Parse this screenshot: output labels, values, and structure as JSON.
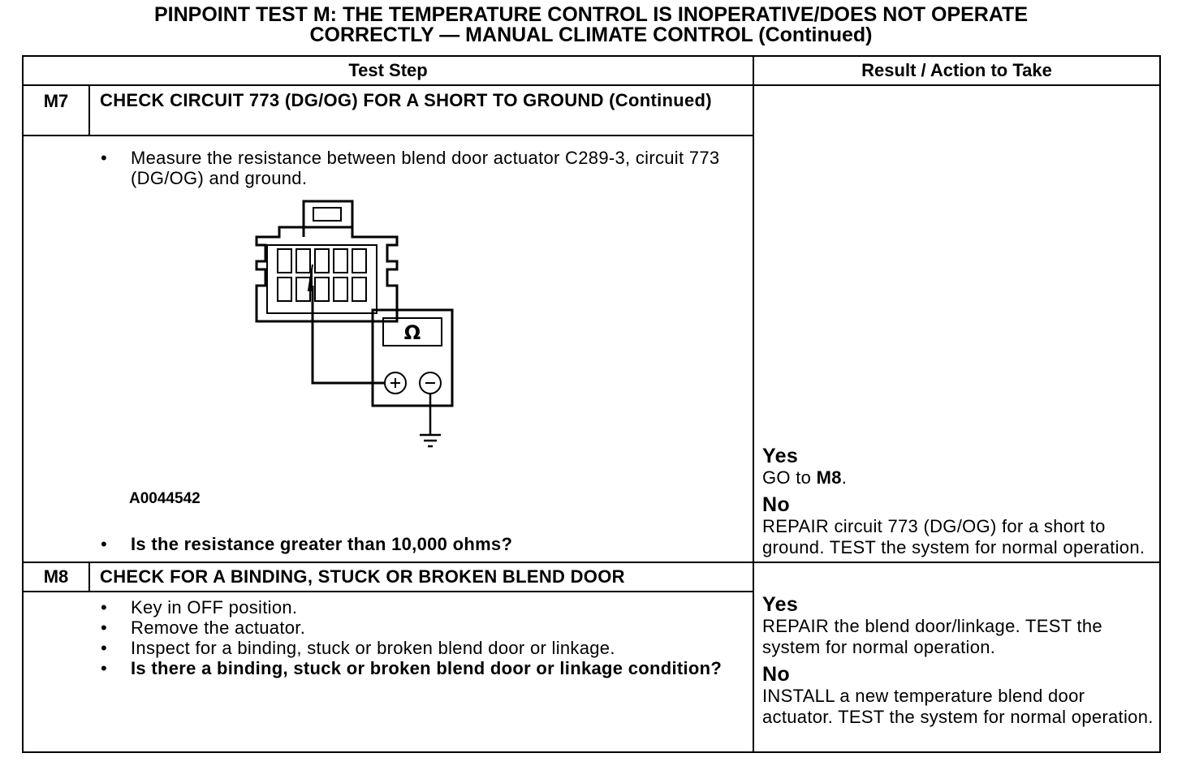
{
  "title": {
    "line1": "PINPOINT TEST  M: THE TEMPERATURE CONTROL IS INOPERATIVE/DOES NOT OPERATE",
    "line2": "CORRECTLY — MANUAL CLIMATE CONTROL (Continued)"
  },
  "table": {
    "header_test_step": "Test Step",
    "header_result": "Result / Action to Take"
  },
  "m7": {
    "id": "M7",
    "title": "CHECK CIRCUIT 773 (DG/OG) FOR A SHORT TO GROUND (Continued)",
    "bullet_glyph": "•",
    "step1": "Measure the resistance between blend door actuator C289-3, circuit 773 (DG/OG) and ground.",
    "figure_id": "A0044542",
    "meter_symbol": "Ω",
    "question": "Is the resistance greater than 10,000 ohms?",
    "yes_label": "Yes",
    "yes_pre": "GO to ",
    "yes_target": "M8",
    "yes_post": ".",
    "no_label": "No",
    "no_text": "REPAIR circuit 773 (DG/OG) for a short to ground. TEST the system for normal operation."
  },
  "m8": {
    "id": "M8",
    "title": "CHECK FOR A BINDING, STUCK OR BROKEN BLEND DOOR",
    "steps": [
      "Key in OFF position.",
      "Remove the actuator.",
      "Inspect for a binding, stuck or broken blend door or linkage."
    ],
    "question": "Is there a binding, stuck or broken blend door or linkage condition?",
    "yes_label": "Yes",
    "yes_text": "REPAIR the blend door/linkage. TEST the system for normal operation.",
    "no_label": "No",
    "no_text": "INSTALL a new temperature blend door actuator. TEST the system for  normal operation."
  }
}
